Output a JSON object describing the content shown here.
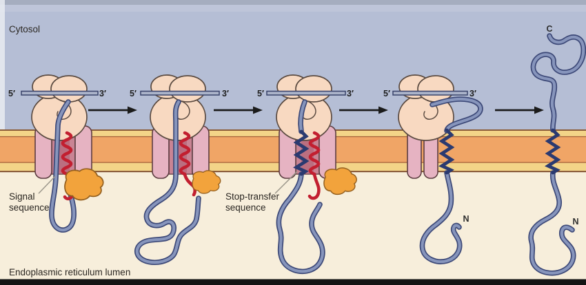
{
  "figure": {
    "region_labels": {
      "cytosol": "Cytosol",
      "lumen": "Endoplasmic reticulum lumen"
    },
    "callouts": {
      "signal_sequence": [
        "Signal",
        "sequence"
      ],
      "stop_transfer": [
        "Stop-transfer",
        "sequence"
      ]
    },
    "mrna_labels": {
      "five_prime": "5′",
      "three_prime": "3′"
    },
    "termini": {
      "n": "N",
      "c": "C"
    },
    "icons": {
      "process-arrow": "black right-pointing arrow between stages",
      "ribosome": "pink two-subunit blob on mRNA",
      "translocon": "pink membrane channel",
      "signal-peptidase": "orange blob at membrane lumenal face"
    },
    "colors": {
      "cytosol": "#b5bed5",
      "lumen": "#f7eedb",
      "membrane_core": "#f0a566",
      "membrane_edge": "#f3d488",
      "membrane_border": "#7c4b2e",
      "ribosome": "#f8d9c1",
      "translocon": "#e6b3c2",
      "translocon_channel": "#c98494",
      "signal_sequence_red": "#c21f30",
      "stop_transfer_navy": "#2b3a70",
      "polypeptide": "#8795bc",
      "polypeptide_outline": "#3c4877",
      "signal_peptidase_orange": "#f2a33c",
      "mrna": "#aab3c9",
      "arrow": "#1b1b1b",
      "text": "#2b2722",
      "bottom_bar": "#141414"
    }
  }
}
